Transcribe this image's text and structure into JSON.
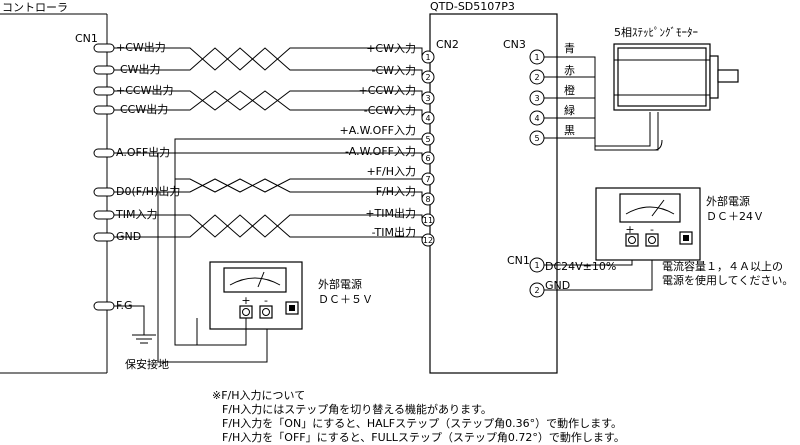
{
  "controller": {
    "title": "コントローラ",
    "connector": "CN1"
  },
  "driver": {
    "title": "QTD-SD5107P3",
    "cn2": "CN2",
    "cn3": "CN3",
    "cn1": "CN1"
  },
  "left_signals": [
    "+CW出力",
    "-CW出力",
    "+CCW出力",
    "-CCW出力",
    "A.OFF出力",
    "D0(F/H)出力",
    "TIM入力",
    "GND",
    "F.G"
  ],
  "cn2_pins": [
    {
      "num": "1",
      "label": "+CW入力"
    },
    {
      "num": "2",
      "label": "-CW入力"
    },
    {
      "num": "3",
      "label": "+CCW入力"
    },
    {
      "num": "4",
      "label": "-CCW入力"
    },
    {
      "num": "5",
      "label": "+A.W.OFF入力"
    },
    {
      "num": "6",
      "label": "-A.W.OFF入力"
    },
    {
      "num": "7",
      "label": "+F/H入力"
    },
    {
      "num": "8",
      "label": "-F/H入力"
    },
    {
      "num": "11",
      "label": "+TIM出力"
    },
    {
      "num": "12",
      "label": "-TIM出力"
    }
  ],
  "cn3_pins": [
    {
      "num": "1",
      "label": "青"
    },
    {
      "num": "2",
      "label": "赤"
    },
    {
      "num": "3",
      "label": "橙"
    },
    {
      "num": "4",
      "label": "緑"
    },
    {
      "num": "5",
      "label": "黒"
    }
  ],
  "motor_label": "5相ｽﾃｯﾋﾟﾝｸﾞﾓｰﾀｰ",
  "cn1_pins": [
    {
      "num": "1",
      "label": "DC24V±10%"
    },
    {
      "num": "2",
      "label": "GND"
    }
  ],
  "psu_5v": {
    "label_line1": "外部電源",
    "label_line2": "ＤＣ＋５Ｖ",
    "plus": "+",
    "minus": "-"
  },
  "psu_24v": {
    "label_line1": "外部電源",
    "label_line2": "ＤＣ＋24Ｖ",
    "plus": "+",
    "minus": "-"
  },
  "psu_24v_note": [
    "電流容量１，４Ａ以上の",
    "電源を使用してください。"
  ],
  "ground_label": "保安接地",
  "notes": [
    "※F/H入力について",
    "F/H入力にはステップ角を切り替える機能があります。",
    "F/H入力を「ON」にすると、HALFステップ（ステップ角0.36°）で動作します。",
    "F/H入力を「OFF」にすると、FULLステップ（ステップ角0.72°）で動作します。"
  ]
}
